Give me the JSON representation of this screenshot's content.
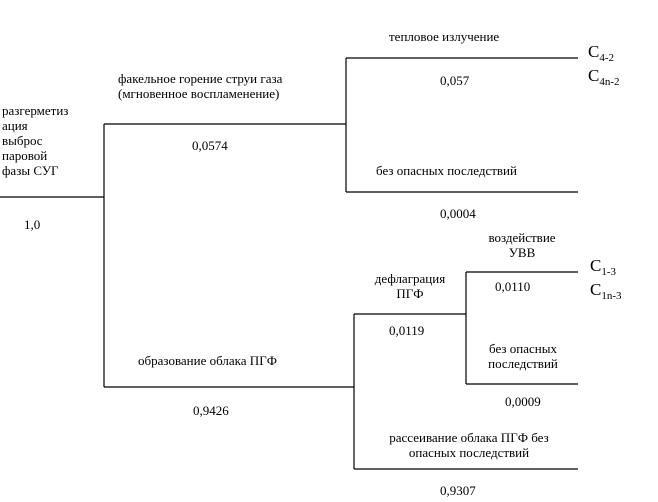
{
  "root": {
    "label": "разгерметиз\nация\nвыброс\nпаровой\nфазы СУГ",
    "value": "1,0"
  },
  "torch": {
    "label": "факельное горение струи газа\n(мгновенное воспламенение)",
    "value": "0,0574"
  },
  "thermal": {
    "label": "тепловое излучение",
    "value": "0,057"
  },
  "no_danger_1": {
    "label": "без опасных последствий",
    "value": "0,0004"
  },
  "cloud": {
    "label": "образование облака ПГФ",
    "value": "0,9426"
  },
  "deflagration": {
    "label": "дефлаграция\nПГФ",
    "value": "0,0119"
  },
  "shock": {
    "label": "воздействие\nУВВ",
    "value": "0,0110"
  },
  "no_danger_2": {
    "label": "без опасных\nпоследствий",
    "value": "0,0009"
  },
  "dispersion": {
    "label": "рассеивание облака ПГФ без\nопасных последствий",
    "value": "0,9307"
  },
  "consequences": {
    "c42": {
      "base": "C",
      "sub": "4-2"
    },
    "c4n2": {
      "base": "C",
      "sub": "4n-2"
    },
    "c13": {
      "base": "C",
      "sub": "1-3"
    },
    "c1n3": {
      "base": "C",
      "sub": "1n-3"
    }
  }
}
